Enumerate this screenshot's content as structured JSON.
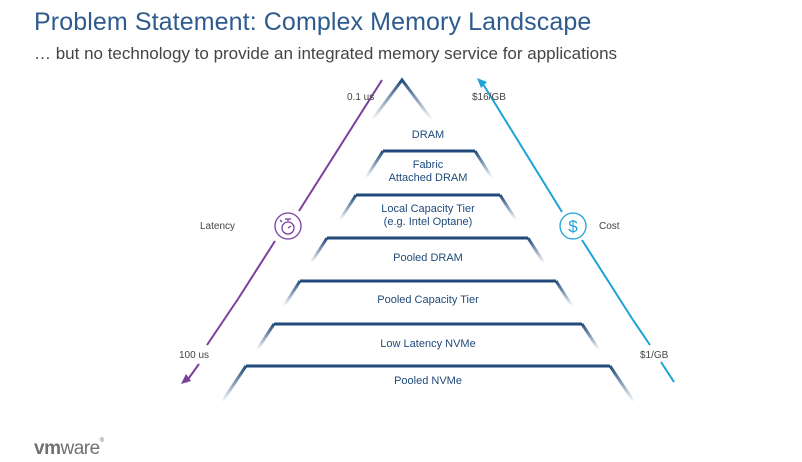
{
  "slide": {
    "title": "Problem Statement: Complex Memory Landscape",
    "subtitle": "… but no technology to provide an integrated memory service for applications"
  },
  "pyramid": {
    "tiers": [
      {
        "label": "DRAM"
      },
      {
        "label": "Fabric\nAttached DRAM",
        "line1": "Fabric",
        "line2": "Attached DRAM"
      },
      {
        "label": "Local Capacity Tier\n(e.g. Intel Optane)",
        "line1": "Local Capacity Tier",
        "line2": "(e.g. Intel Optane)"
      },
      {
        "label": "Pooled DRAM"
      },
      {
        "label": "Pooled Capacity Tier"
      },
      {
        "label": "Low Latency NVMe"
      },
      {
        "label": "Pooled NVMe"
      }
    ]
  },
  "latency_axis": {
    "label": "Latency",
    "top_value": "0.1 us",
    "bottom_value": "100 us",
    "icon": "stopwatch-icon",
    "color": "#7b3f9e"
  },
  "cost_axis": {
    "label": "Cost",
    "top_value": "$16/GB",
    "bottom_value": "$1/GB",
    "icon": "dollar-icon",
    "color": "#1ba3d6"
  },
  "footer": {
    "logo_bold": "vm",
    "logo_light": "ware",
    "logo_mark": "®"
  },
  "colors": {
    "title": "#2e5b8e",
    "tier_line": "#1f4a7a"
  }
}
